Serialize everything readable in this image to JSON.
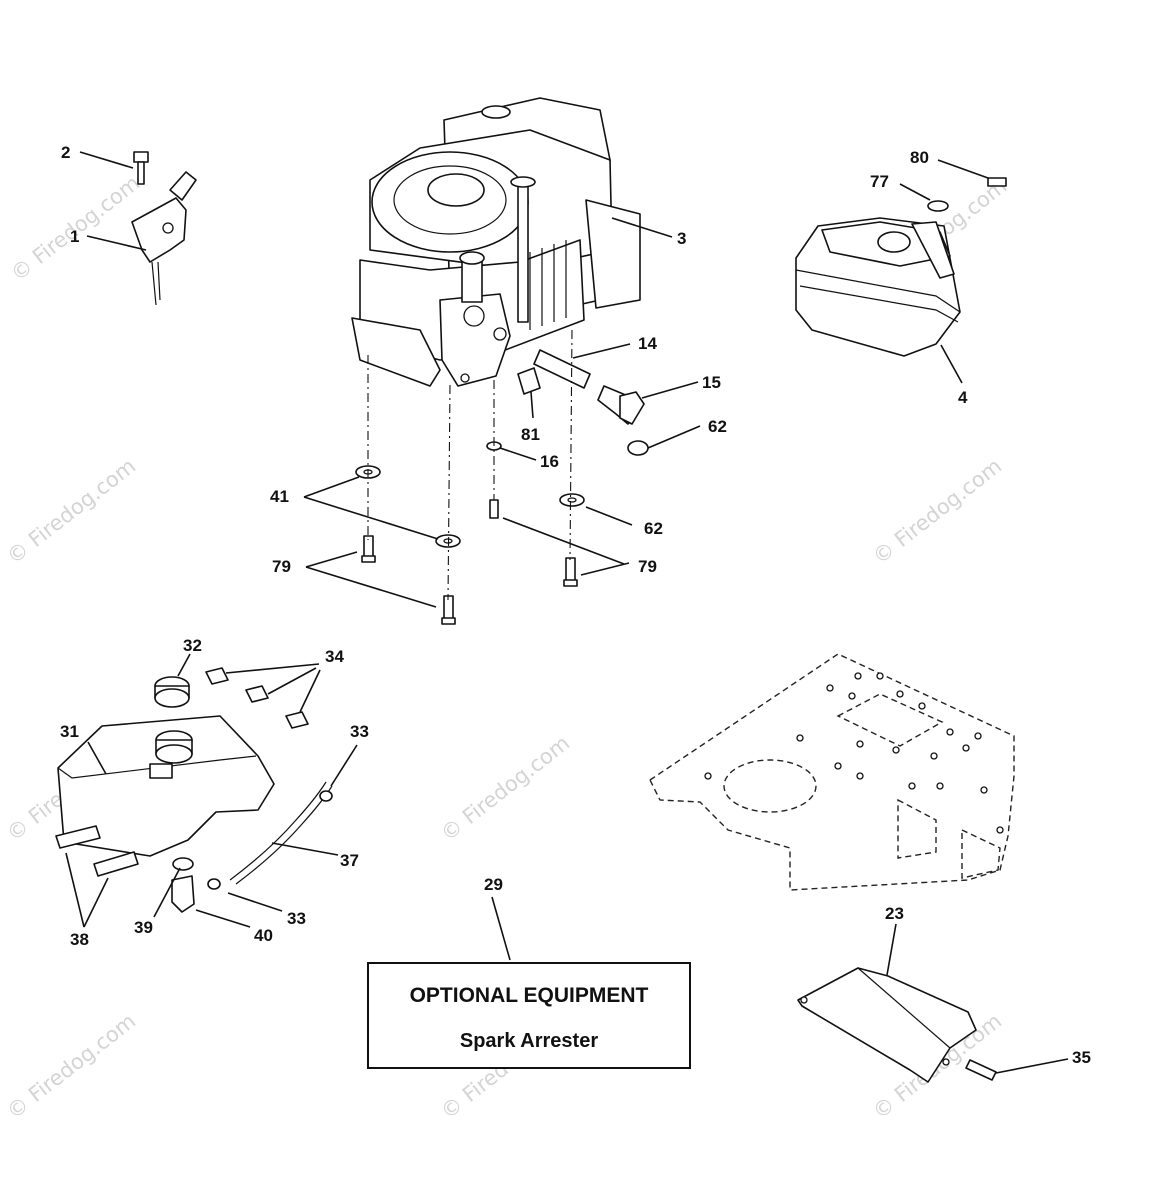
{
  "watermark": "© Firedog.com",
  "callouts": [
    "1",
    "2",
    "3",
    "4",
    "14",
    "15",
    "16",
    "23",
    "29",
    "31",
    "32",
    "33",
    "33",
    "34",
    "35",
    "37",
    "38",
    "39",
    "40",
    "41",
    "62",
    "62",
    "77",
    "79",
    "79",
    "80",
    "81"
  ],
  "optional_box": {
    "title": "OPTIONAL EQUIPMENT",
    "subtitle": "Spark Arrester"
  }
}
